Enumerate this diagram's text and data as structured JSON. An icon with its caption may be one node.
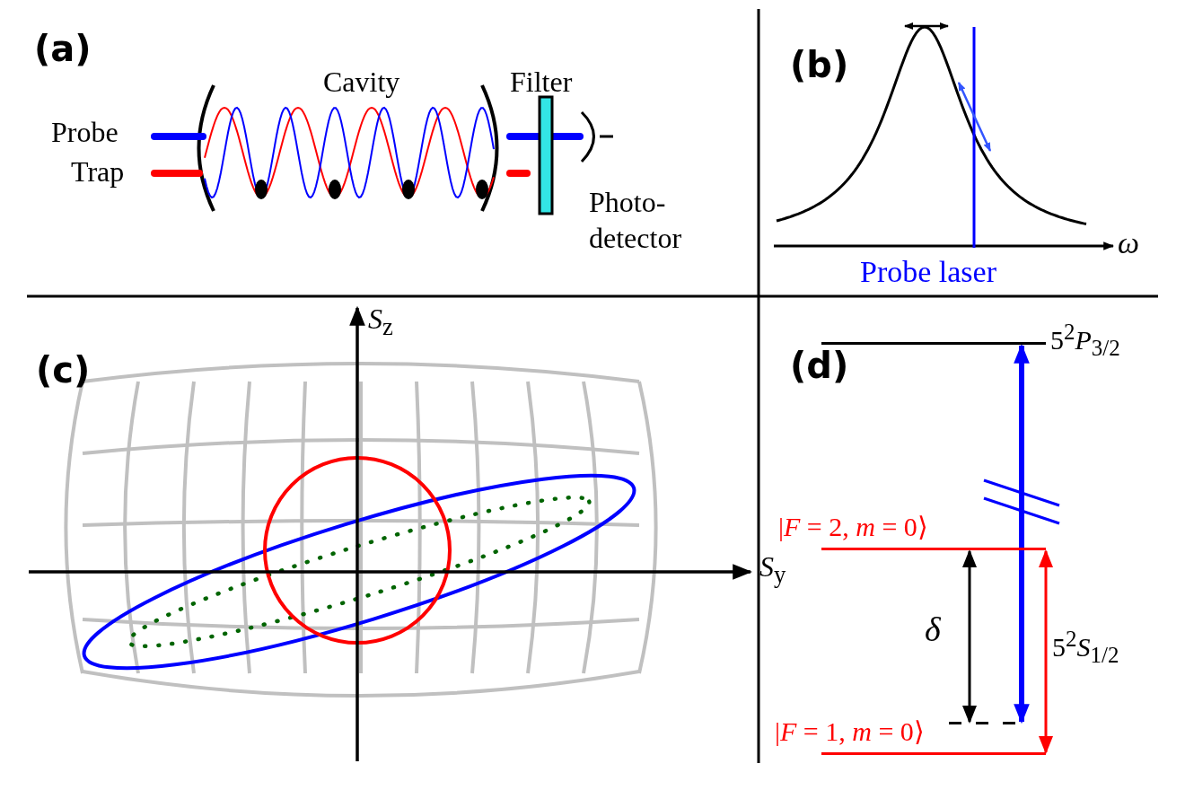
{
  "diagram": {
    "nodes": [
      {
        "text": [
          "5$^{2}$*P*$_{3/2}$"
        ]
      },
      {
        "text": [
          "|*F* = 2, *m* = 0⟩"
        ]
      },
      {
        "text": [],
        "shape": "line"
      },
      {
        "text": [
          "|*F* = 1, *m* = 0⟩"
        ]
      }
    ],
    "edges": [
      {
        "from": 2,
        "to": 0,
        "arrow": "both",
        "style": "thick",
        "color": "#0000ff"
      },
      {
        "from": 1,
        "to": 2,
        "arrow": "both",
        "label": "δ",
        "color": "#000000"
      },
      {
        "from": 1,
        "to": 3,
        "arrow": "both",
        "color": "#ff0000"
      }
    ],
    "labels": [
      "(a)",
      "Cavity",
      "Filter",
      "Probe",
      "Trap",
      "Photo- detector",
      "(b)",
      "Probe laser",
      "*ω*",
      "(c)",
      "*S*$_{z}$",
      "*S*$_{y}$",
      "(d)",
      "5$^{2}$*S*$_{1/2}$"
    ]
  }
}
